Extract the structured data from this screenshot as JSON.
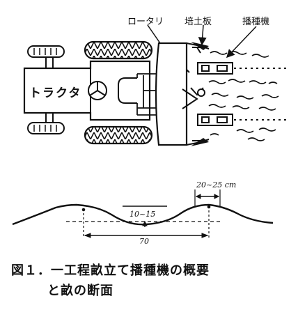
{
  "labels": {
    "rotary": "ロータリ",
    "ridging_board": "培土板",
    "seeder": "播種機",
    "tractor": "トラクタ"
  },
  "dimensions": {
    "top_width": "20~25 cm",
    "depth": "10~15",
    "spacing": "70"
  },
  "caption": {
    "line1": "図１．一工程畝立て播種機の概要",
    "line2": "と畝の断面"
  }
}
